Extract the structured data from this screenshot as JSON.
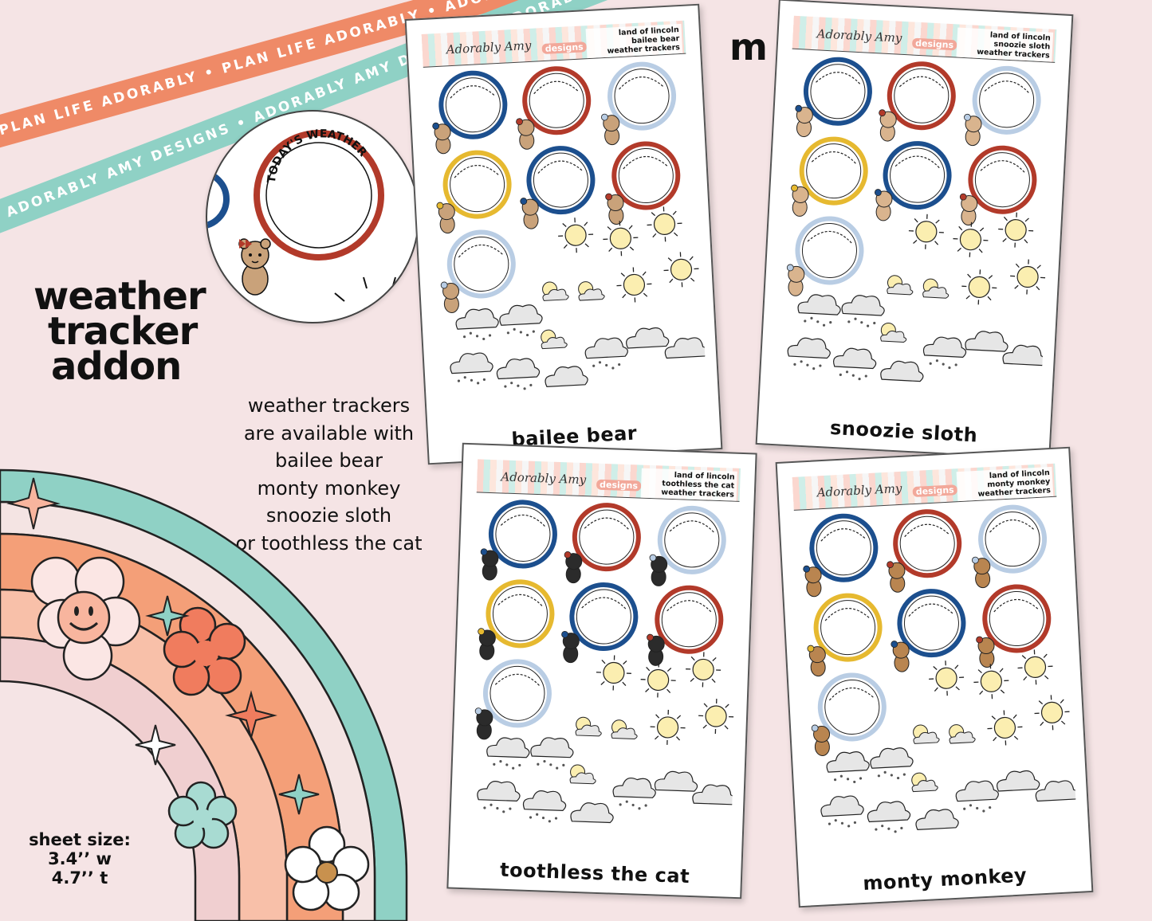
{
  "ribbons": {
    "orange_text": "PLAN LIFE ADORABLY • PLAN LIFE ADORABLY • ADORABLY AMY DESIGNS • AD",
    "teal_text": "ADORABLY AMY DESIGNS • ADORABLY AMY DESIGNS • ADORABLY AMY DESIGNS •",
    "orange_color": "#ef8a67",
    "teal_color": "#8fd1c5"
  },
  "title": {
    "line1": "weather",
    "line2": "tracker",
    "line3": "addon"
  },
  "availability": {
    "lines": [
      "weather trackers",
      "are available with",
      "bailee bear",
      "monty monkey",
      "snoozie sloth",
      "or toothless the cat"
    ]
  },
  "sheet_size": {
    "label": "sheet size:",
    "width": "3.4’’ w",
    "height": "4.7’’ t"
  },
  "size_code": "m",
  "zoom": {
    "tracker_text": "TODAY'S WEATHER"
  },
  "sheets": [
    {
      "brand": "Adorably Amy",
      "brand_sub": "designs",
      "header_lines": [
        "land of lincoln",
        "bailee bear",
        "weather trackers"
      ],
      "label": "bailee bear",
      "character_color": "#c9a27a"
    },
    {
      "brand": "Adorably Amy",
      "brand_sub": "designs",
      "header_lines": [
        "land of lincoln",
        "snoozie sloth",
        "weather trackers"
      ],
      "label": "snoozie sloth",
      "character_color": "#d9b48e"
    },
    {
      "brand": "Adorably Amy",
      "brand_sub": "designs",
      "header_lines": [
        "land of lincoln",
        "toothless the cat",
        "weather trackers"
      ],
      "label": "toothless the cat",
      "character_color": "#2b2b2b"
    },
    {
      "brand": "Adorably Amy",
      "brand_sub": "designs",
      "header_lines": [
        "land of lincoln",
        "monty monkey",
        "weather trackers"
      ],
      "label": "monty monkey",
      "character_color": "#b98550"
    }
  ],
  "colors": {
    "navy": "#1c4f8e",
    "red": "#b23a2a",
    "light_blue": "#b9cde4",
    "yellow": "#e6b930",
    "sun": "#fbeeb0",
    "cloud": "#e6e6e6"
  }
}
